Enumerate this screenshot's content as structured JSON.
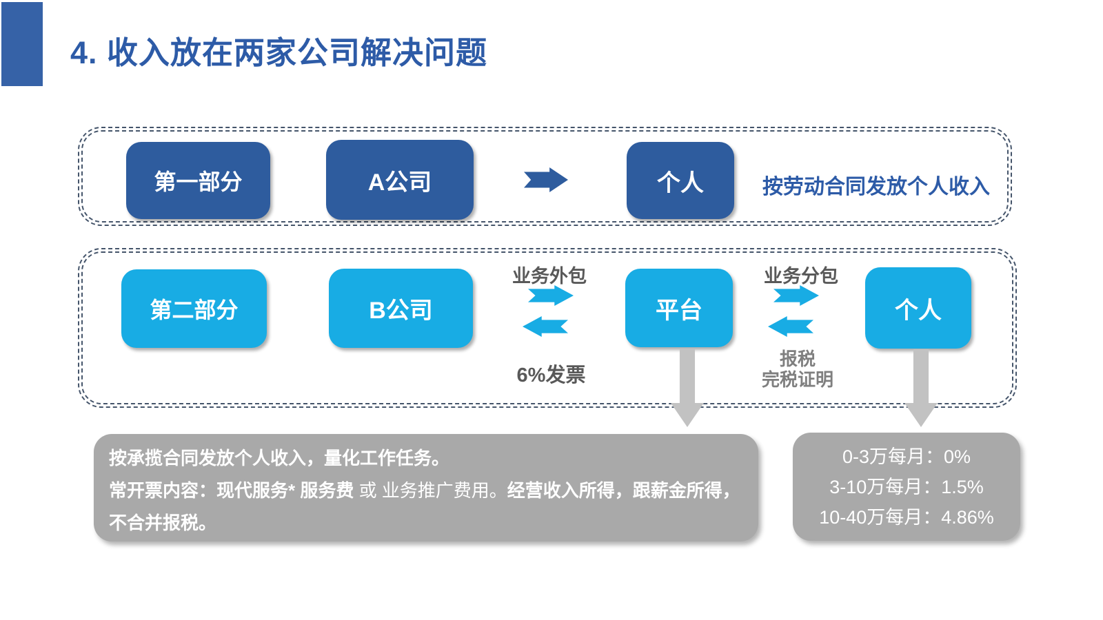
{
  "slide": {
    "title": "4. 收入放在两家公司解决问题"
  },
  "part1": {
    "label": "第一部分",
    "company": "A公司",
    "person": "个人",
    "note": "按劳动合同发放个人收入"
  },
  "part2": {
    "label": "第二部分",
    "company": "B公司",
    "platform": "平台",
    "person": "个人",
    "outsource_label": "业务外包",
    "invoice_label": "6%发票",
    "subcontract_label": "业务分包",
    "tax_line1": "报税",
    "tax_line2": "完税证明"
  },
  "bottom_left": {
    "line1": "按承揽合同发放个人收入，量化工作任务。",
    "line2_bold1": "常开票内容：现代服务* 服务费",
    "line2_regular": " 或 业务推广费用。",
    "line2_bold2": "经营收入所得，跟薪金所得，",
    "line3": "不合并报税。"
  },
  "bottom_right": {
    "rows": [
      "0-3万每月：0%",
      "3-10万每月：1.5%",
      "10-40万每月：4.86%"
    ]
  },
  "colors": {
    "dark_blue": "#2E5C9E",
    "cyan": "#18ACE4",
    "title_blue": "#2D5BA7",
    "panel_dash": "#44546A",
    "gray_box": "#A9A9A9",
    "gray_arrow": "#C2C2C2",
    "gray_text_dark": "#595959",
    "gray_text_light": "#7F7F7F"
  }
}
